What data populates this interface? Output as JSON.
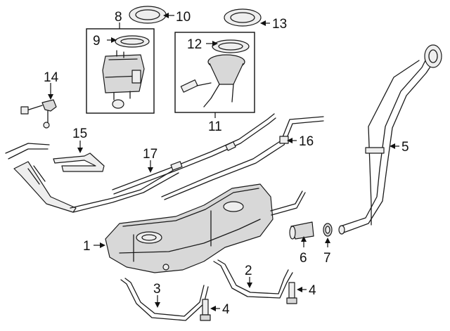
{
  "callouts": {
    "c1": "1",
    "c2": "2",
    "c3": "3",
    "c4a": "4",
    "c4b": "4",
    "c5": "5",
    "c6": "6",
    "c7": "7",
    "c8": "8",
    "c9": "9",
    "c10": "10",
    "c11": "11",
    "c12": "12",
    "c13": "13",
    "c14": "14",
    "c15": "15",
    "c16": "16",
    "c17": "17"
  },
  "colors": {
    "line": "#1a1a1a",
    "shade": "#d8d8d8",
    "background": "#ffffff"
  }
}
